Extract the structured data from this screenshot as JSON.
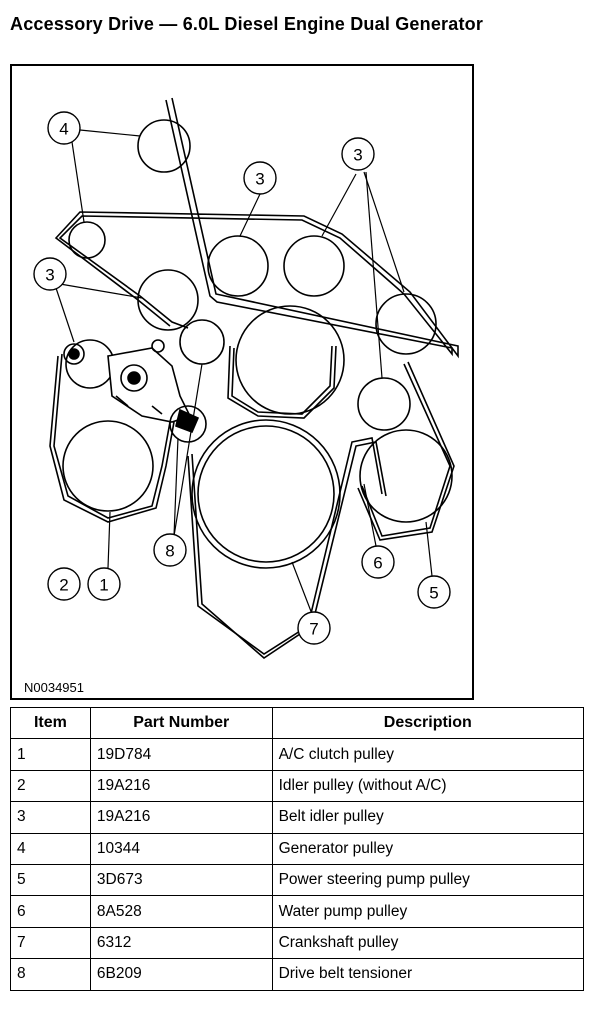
{
  "header": {
    "title": "Accessory Drive — 6.0L Diesel Engine Dual Generator"
  },
  "diagram": {
    "figure_id": "N0034951",
    "callouts": {
      "c4": "4",
      "c3a": "3",
      "c3b": "3",
      "c3c": "3",
      "c8": "8",
      "c2": "2",
      "c1": "1",
      "c6": "6",
      "c5": "5",
      "c7": "7"
    }
  },
  "table": {
    "headers": {
      "item": "Item",
      "part": "Part Number",
      "desc": "Description"
    },
    "rows": [
      {
        "item": "1",
        "part": "19D784",
        "desc": "A/C clutch pulley"
      },
      {
        "item": "2",
        "part": "19A216",
        "desc": "Idler pulley (without A/C)"
      },
      {
        "item": "3",
        "part": "19A216",
        "desc": "Belt idler pulley"
      },
      {
        "item": "4",
        "part": "10344",
        "desc": "Generator pulley"
      },
      {
        "item": "5",
        "part": "3D673",
        "desc": "Power steering pump pulley"
      },
      {
        "item": "6",
        "part": "8A528",
        "desc": "Water pump pulley"
      },
      {
        "item": "7",
        "part": "6312",
        "desc": "Crankshaft pulley"
      },
      {
        "item": "8",
        "part": "6B209",
        "desc": "Drive belt tensioner"
      }
    ]
  }
}
